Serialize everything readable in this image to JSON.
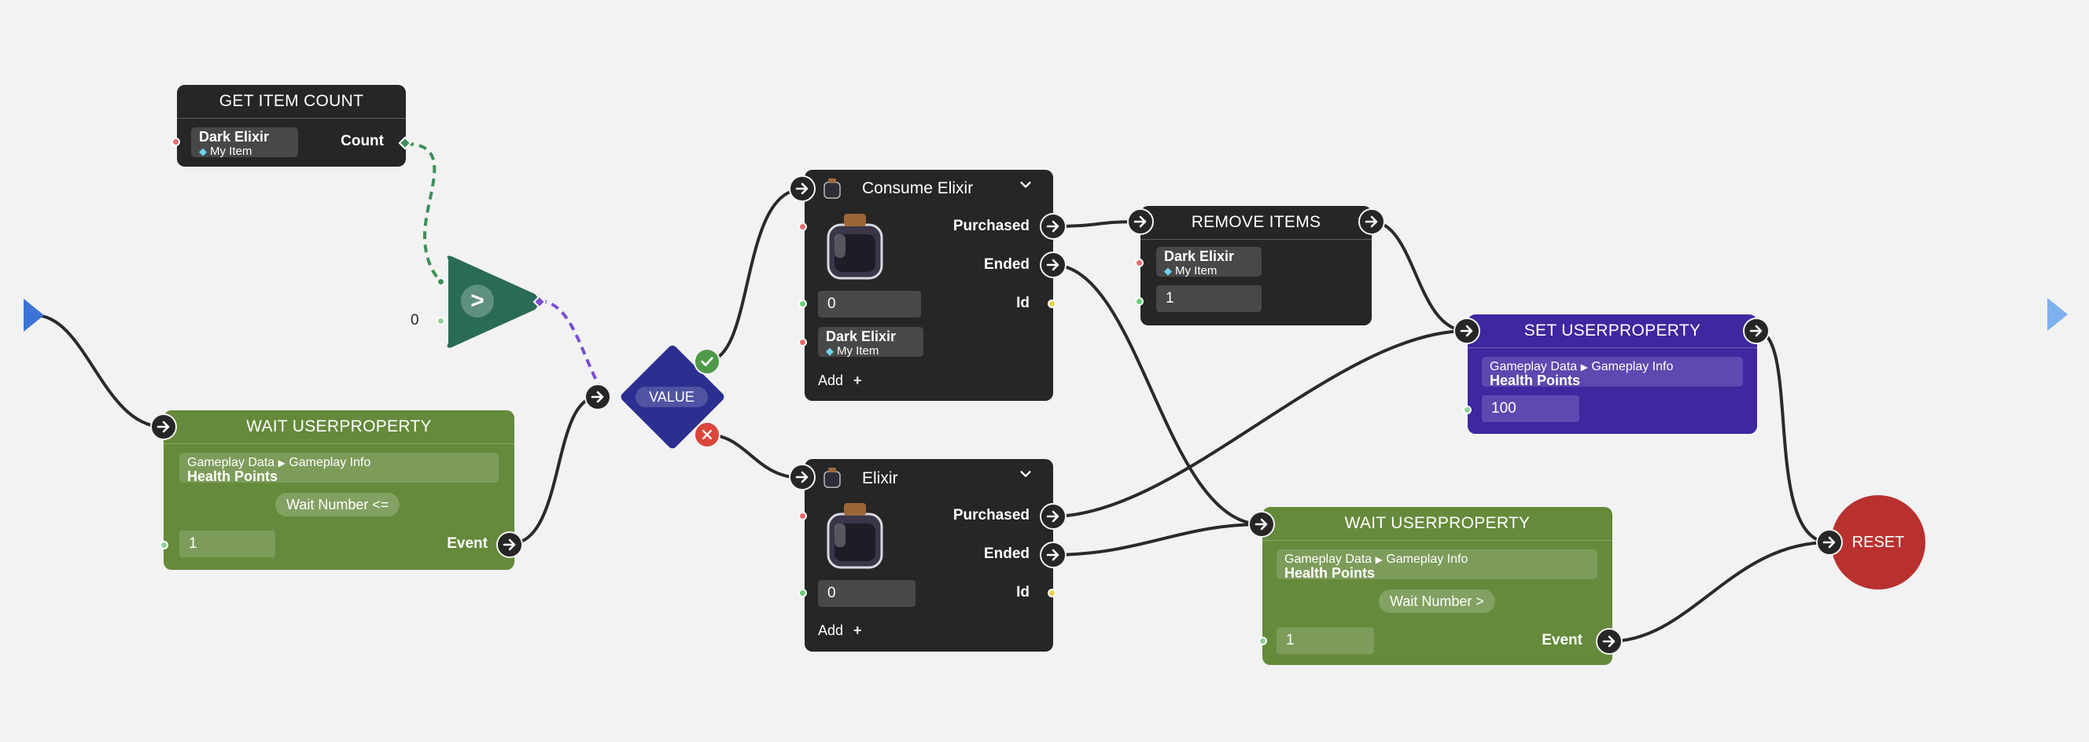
{
  "get_item_count": {
    "title": "GET ITEM COUNT",
    "item_name": "Dark Elixir",
    "item_sub": "My Item",
    "output_label": "Count"
  },
  "compare": {
    "operator": ">",
    "input_value": "0"
  },
  "value_diamond": {
    "label": "VALUE"
  },
  "wait_1": {
    "title": "WAIT USERPROPERTY",
    "path": "Gameplay Data",
    "path_sub": "Gameplay Info",
    "property": "Health Points",
    "condition": "Wait Number <=",
    "value": "1",
    "output_label": "Event"
  },
  "consume_elixir": {
    "title": "Consume Elixir",
    "purchased_label": "Purchased",
    "ended_label": "Ended",
    "id_label": "Id",
    "value": "0",
    "item_name": "Dark Elixir",
    "item_sub": "My Item",
    "add_label": "Add"
  },
  "elixir": {
    "title": "Elixir",
    "purchased_label": "Purchased",
    "ended_label": "Ended",
    "id_label": "Id",
    "value": "0",
    "add_label": "Add"
  },
  "remove_items": {
    "title": "REMOVE ITEMS",
    "item_name": "Dark Elixir",
    "item_sub": "My Item",
    "value": "1"
  },
  "set_userproperty": {
    "title": "SET USERPROPERTY",
    "path": "Gameplay Data",
    "path_sub": "Gameplay Info",
    "property": "Health Points",
    "value": "100"
  },
  "wait_2": {
    "title": "WAIT USERPROPERTY",
    "path": "Gameplay Data",
    "path_sub": "Gameplay Info",
    "property": "Health Points",
    "condition": "Wait Number >",
    "value": "1",
    "output_label": "Event"
  },
  "reset": {
    "label": "RESET"
  },
  "colors": {
    "canvas": "#f2f2f2",
    "dark_node": "#262626",
    "green_node": "#658a3b",
    "purple_node": "#3f27a0",
    "diamond": "#2b2f8f",
    "compare": "#2a6b56",
    "reset": "#b9312f",
    "check": "#4f9a4a",
    "cross": "#d9463c"
  }
}
